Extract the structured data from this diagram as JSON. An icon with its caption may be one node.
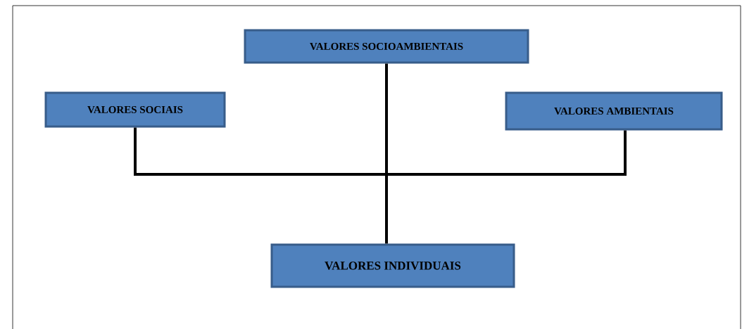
{
  "diagram": {
    "nodes": [
      {
        "text": [
          "VALORES SOCIOAMBIENTAIS"
        ]
      },
      {
        "text": [
          "VALORES SOCIAIS"
        ]
      },
      {
        "text": [
          "VALORES AMBIENTAIS"
        ]
      },
      {
        "text": [
          "VALORES INDIVIDUAIS"
        ]
      }
    ],
    "edges": [
      {
        "from": 0,
        "to": 3,
        "arrow": "none"
      },
      {
        "from": 1,
        "to": 2,
        "arrow": "none"
      }
    ]
  }
}
